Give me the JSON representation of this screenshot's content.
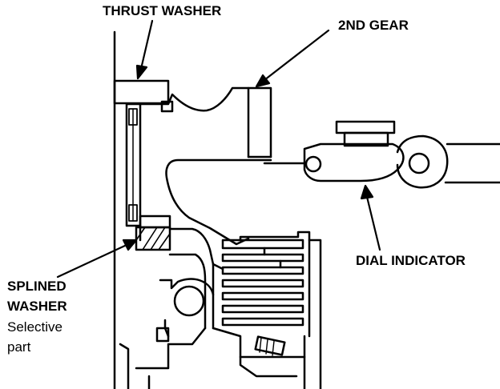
{
  "labels": {
    "thrust_washer": "THRUST WASHER",
    "second_gear": "2ND GEAR",
    "dial_indicator": "DIAL INDICATOR",
    "splined_washer_line1": "SPLINED",
    "splined_washer_line2": "WASHER",
    "selective_line1": "Selective",
    "selective_line2": "part"
  },
  "colors": {
    "ink": "#000000",
    "background": "#ffffff"
  }
}
